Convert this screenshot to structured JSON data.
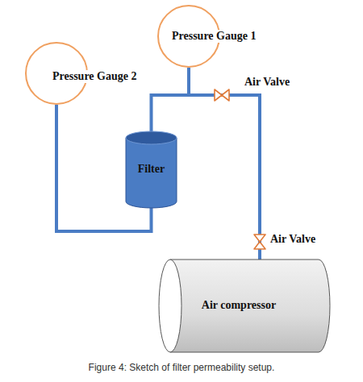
{
  "diagram": {
    "caption": "Figure 4: Sketch of filter permeability setup.",
    "nodes": [
      {
        "text": [
          "Pressure Gauge 1"
        ]
      },
      {
        "text": [
          "Pressure Gauge 2"
        ]
      },
      {
        "text": [
          "Filter"
        ]
      },
      {
        "text": [
          "Air compressor"
        ]
      }
    ],
    "edges": [
      {
        "from": 3,
        "to": 0,
        "arrow": "none"
      },
      {
        "from": 3,
        "to": 2,
        "arrow": "none"
      },
      {
        "from": 1,
        "to": 2,
        "arrow": "none"
      }
    ],
    "labels": [
      "Air Valve",
      "Air Valve"
    ]
  }
}
